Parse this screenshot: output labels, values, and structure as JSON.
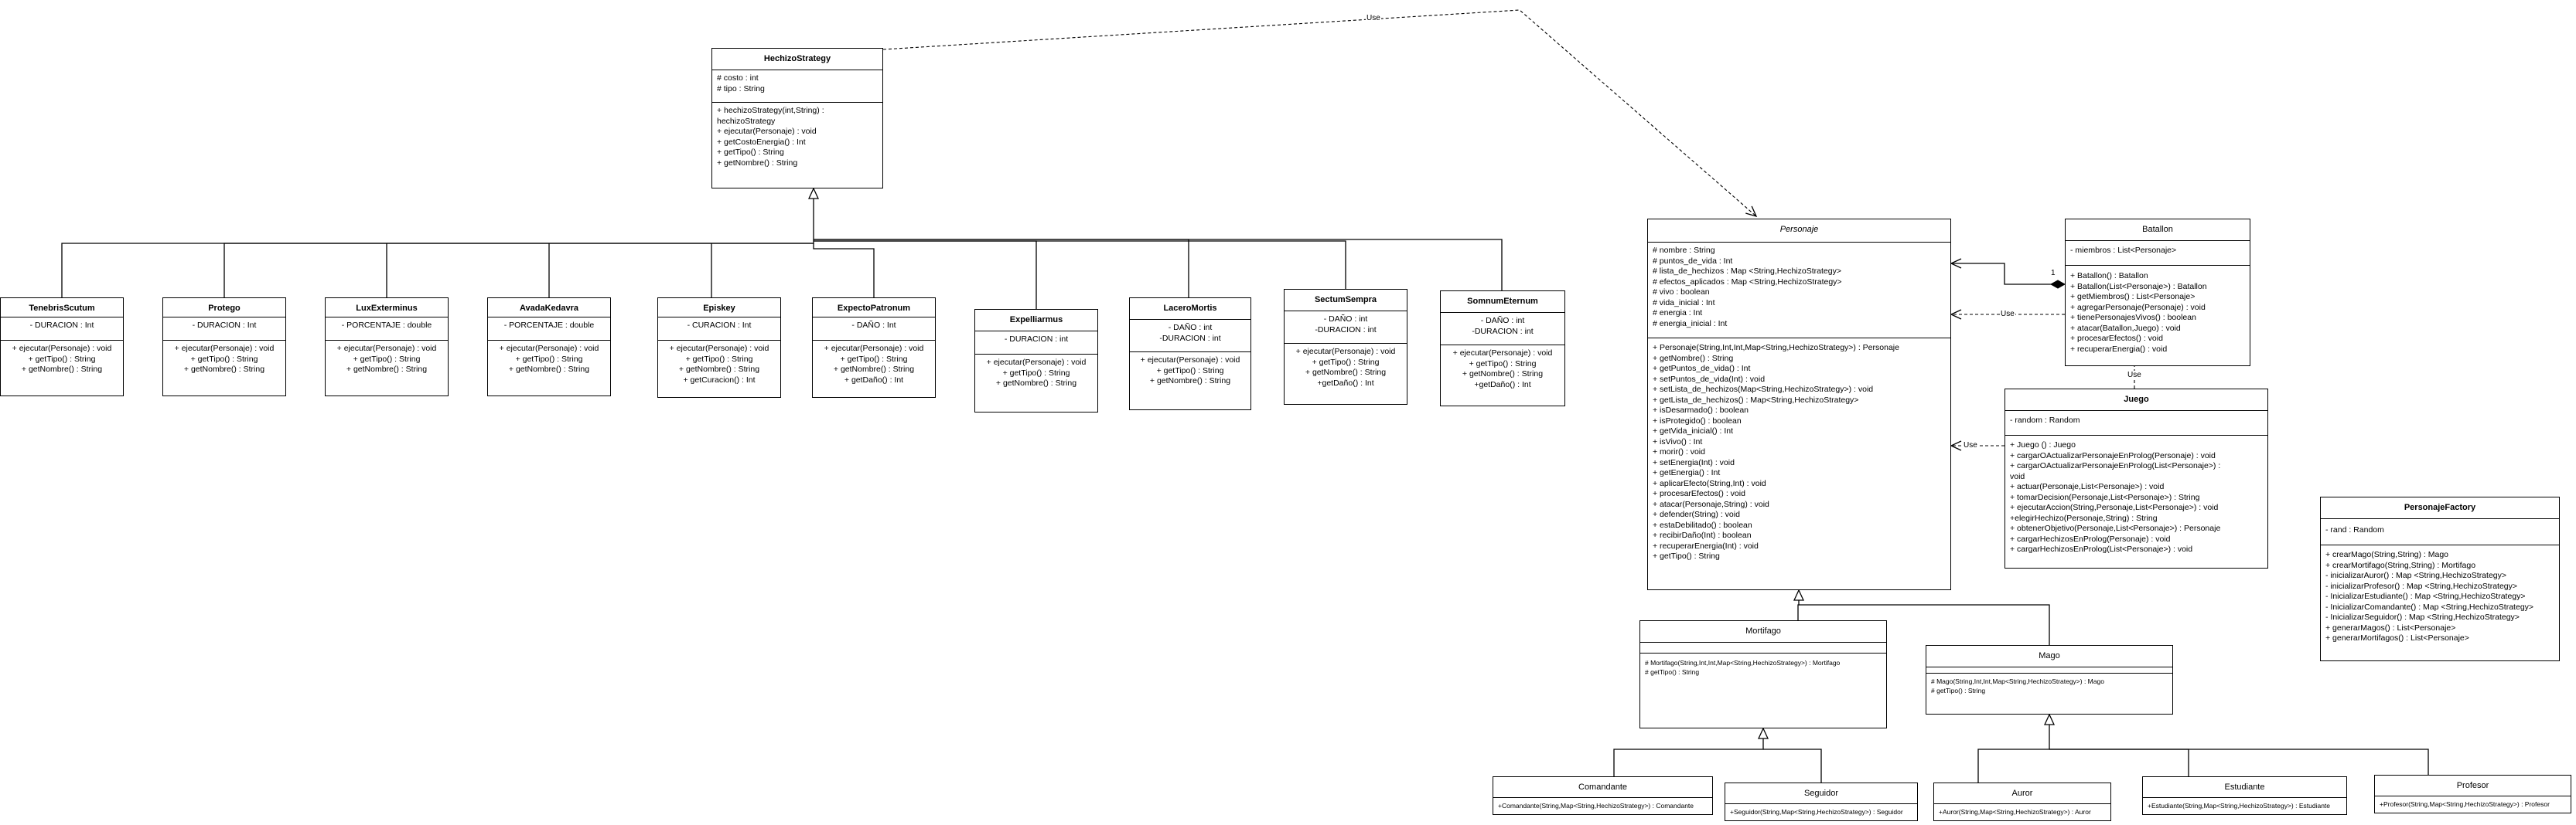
{
  "classes": {
    "hechizo_strategy": {
      "name": "HechizoStrategy",
      "attrs": [
        "# costo : int",
        "# tipo : String"
      ],
      "ops": [
        "+ hechizoStrategy(int,String) :",
        "hechizoStrategy",
        "+ ejecutar(Personaje) : void",
        "+ getCostoEnergia() : Int",
        "+ getTipo() : String",
        "+ getNombre() : String"
      ]
    },
    "tenebris": {
      "name": "TenebrisScutum",
      "attrs": [
        "- DURACION : Int"
      ],
      "ops": [
        "+ ejecutar(Personaje) : void",
        "+ getTipo() : String",
        "+ getNombre() : String"
      ]
    },
    "protego": {
      "name": "Protego",
      "attrs": [
        "- DURACION : Int"
      ],
      "ops": [
        "+ ejecutar(Personaje) : void",
        "+ getTipo() : String",
        "+ getNombre() : String"
      ]
    },
    "lux": {
      "name": "LuxExterminus",
      "attrs": [
        "- PORCENTAJE : double"
      ],
      "ops": [
        "+ ejecutar(Personaje) : void",
        "+ getTipo() : String",
        "+ getNombre() : String"
      ]
    },
    "avada": {
      "name": "AvadaKedavra",
      "attrs": [
        "- PORCENTAJE : double"
      ],
      "ops": [
        "+ ejecutar(Personaje) : void",
        "+ getTipo() : String",
        "+ getNombre() : String"
      ]
    },
    "episkey": {
      "name": "Episkey",
      "attrs": [
        "- CURACION : Int"
      ],
      "ops": [
        "+ ejecutar(Personaje) : void",
        "+ getTipo() : String",
        "+ getNombre() : String",
        "+ getCuracion() : Int"
      ]
    },
    "expecto": {
      "name": "ExpectoPatronum",
      "attrs": [
        "- DAÑO : Int"
      ],
      "ops": [
        "+ ejecutar(Personaje) : void",
        "+ getTipo() : String",
        "+ getNombre() : String",
        "+ getDaño() : Int"
      ]
    },
    "expelliarmus": {
      "name": "Expelliarmus",
      "attrs": [
        "- DURACION : int"
      ],
      "ops": [
        "+ ejecutar(Personaje) : void",
        "+ getTipo() : String",
        "+ getNombre() : String"
      ]
    },
    "lacero": {
      "name": "LaceroMortis",
      "attrs": [
        "- DAÑO : int",
        "-DURACION : int"
      ],
      "ops": [
        "+ ejecutar(Personaje) : void",
        "+ getTipo() : String",
        "+ getNombre() : String"
      ]
    },
    "sectum": {
      "name": "SectumSempra",
      "attrs": [
        "- DAÑO : int",
        "-DURACION : int"
      ],
      "ops": [
        "+ ejecutar(Personaje) : void",
        "+ getTipo() : String",
        "+ getNombre() : String",
        "+getDaño() : Int"
      ]
    },
    "somnum": {
      "name": "SomnumEternum",
      "attrs": [
        "- DAÑO : int",
        "-DURACION : int"
      ],
      "ops": [
        "+ ejecutar(Personaje) : void",
        "+ getTipo() : String",
        "+ getNombre() : String",
        "+getDaño() : Int"
      ]
    },
    "personaje": {
      "name": "Personaje",
      "attrs": [
        "# nombre : String",
        "# puntos_de_vida : Int",
        "# lista_de_hechizos : Map <String,HechizoStrategy>",
        "# efectos_aplicados : Map <String,HechizoStrategy>",
        "# vivo : boolean",
        "# vida_inicial : Int",
        "# energia : Int",
        "# energia_inicial : Int"
      ],
      "ops": [
        "+ Personaje(String,Int,Int,Map<String,HechizoStrategy>) : Personaje",
        "+ getNombre() : String",
        "+ getPuntos_de_vida() : Int",
        "+ setPuntos_de_vida(Int) : void",
        "+ setLista_de_hechizos(Map<String,HechizoStrategy>) : void",
        "+ getLista_de_hechizos() : Map<String,HechizoStrategy>",
        "+ isDesarmado() : boolean",
        "+ isProtegido() : boolean",
        "+ getVida_inicial() : Int",
        "+ isVivo() : Int",
        "+ morir() : void",
        "+ setEnergia(Int) : void",
        "+ getEnergia() : Int",
        "+ aplicarEfecto(String,Int) : void",
        "+ procesarEfectos() : void",
        "+ atacar(Personaje,String) : void",
        "+ defender(String) : void",
        "+ estaDebilitado() : boolean",
        "+ recibirDaño(Int) : boolean",
        "+ recuperarEnergia(Int) : void",
        "+ getTipo() : String"
      ]
    },
    "batallon": {
      "name": "Batallon",
      "attrs": [
        "- miembros : List<Personaje>"
      ],
      "ops": [
        "+ Batallon() : Batallon",
        "+ Batallon(List<Personaje>) : Batallon",
        "+ getMiembros() : List<Personaje>",
        "+ agregarPersonaje(Personaje) : void",
        "+ tienePersonajesVivos() : boolean",
        "+ atacar(Batallon,Juego) : void",
        "+ procesarEfectos() : void",
        "+ recuperarEnergia() : void"
      ]
    },
    "juego": {
      "name": "Juego",
      "attrs": [
        "- random : Random"
      ],
      "ops": [
        "+ Juego () : Juego",
        "+ cargarOActualizarPersonajeEnProlog(Personaje) : void",
        "+ cargarOActualizarPersonajeEnProlog(List<Personaje>) :",
        "void",
        "+ actuar(Personaje,List<Personaje>) : void",
        "+ tomarDecision(Personaje,List<Personaje>) : String",
        "+ ejecutarAccion(String,Personaje,List<Personaje>) : void",
        "+elegirHechizo(Personaje,String) : String",
        "+ obtenerObjetivo(Personaje,List<Personaje>) : Personaje",
        "+ cargarHechizosEnProlog(Personaje) : void",
        "+ cargarHechizosEnProlog(List<Personaje>) : void"
      ]
    },
    "factory": {
      "name": "PersonajeFactory",
      "attrs": [
        "- rand : Random"
      ],
      "ops": [
        "+ crearMago(String,String) : Mago",
        "+ crearMortifago(String,String) : Mortifago",
        "- inicializarAuror() : Map <String,HechizoStrategy>",
        "- inicializarProfesor() : Map <String,HechizoStrategy>",
        "- InicializarEstudiante() : Map <String,HechizoStrategy>",
        "- InicializarComandante() : Map <String,HechizoStrategy>",
        "- InicializarSeguidor() : Map <String,HechizoStrategy>",
        "+ generarMagos() : List<Personaje>",
        "+ generarMortifagos() : List<Personaje>"
      ]
    },
    "mortifago": {
      "name": "Mortifago",
      "ops": [
        "# Mortifago(String,Int,Int,Map<String,HechizoStrategy>) : Mortifago",
        "",
        "# getTipo() : String"
      ]
    },
    "mago": {
      "name": "Mago",
      "ops": [
        "# Mago(String,Int,Int,Map<String,HechizoStrategy>) : Mago",
        "",
        "# getTipo() : String"
      ]
    },
    "comandante": {
      "name": "Comandante",
      "ops": [
        "+Comandante(String,Map<String,HechizoStrategy>) : Comandante"
      ]
    },
    "seguidor": {
      "name": "Seguidor",
      "ops": [
        "+Seguidor(String,Map<String,HechizoStrategy>) : Seguidor"
      ]
    },
    "auror": {
      "name": "Auror",
      "ops": [
        "+Auror(String,Map<String,HechizoStrategy>) : Auror"
      ]
    },
    "estudiante": {
      "name": "Estudiante",
      "ops": [
        "+Estudiante(String,Map<String,HechizoStrategy>) : Estudiante"
      ]
    },
    "profesor": {
      "name": "Profesor",
      "ops": [
        "+Profesor(String,Map<String,HechizoStrategy>) : Profesor"
      ]
    }
  },
  "edge_labels": {
    "use_top": "Use",
    "use_batallon": "Use",
    "use_juego_batallon": "Use",
    "use_juego": "Use",
    "multiplicity": "1"
  }
}
